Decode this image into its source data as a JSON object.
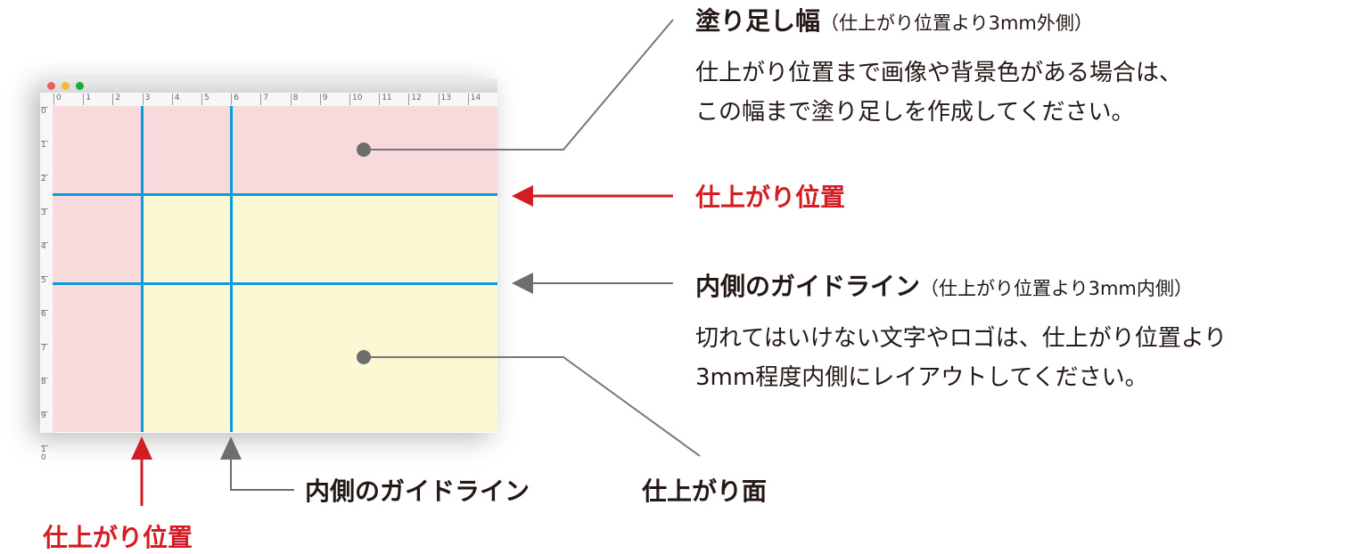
{
  "window": {
    "ruler_top": [
      "0",
      "1",
      "2",
      "3",
      "4",
      "5",
      "6",
      "7",
      "8",
      "9",
      "10",
      "11",
      "12",
      "13",
      "14"
    ],
    "ruler_left": [
      "0",
      "1",
      "2",
      "3",
      "4",
      "5",
      "6",
      "7",
      "8",
      "9",
      "10"
    ]
  },
  "bleed": {
    "title": "塗り足し幅",
    "note": "（仕上がり位置より3mm外側）",
    "desc1": "仕上がり位置まで画像や背景色がある場合は、",
    "desc2": "この幅まで塗り足しを作成してください。"
  },
  "trim_right": {
    "label": "仕上がり位置"
  },
  "inner": {
    "title": "内側のガイドライン",
    "note": "（仕上がり位置より3mm内側）",
    "desc1": "切れてはいけない文字やロゴは、仕上がり位置より",
    "desc2": "3mm程度内側にレイアウトしてください。"
  },
  "bottom": {
    "inner_label": "内側のガイドライン",
    "finish_label": "仕上がり面",
    "trim_label": "仕上がり位置"
  },
  "colors": {
    "red": "#d41c24",
    "blue": "#0a9ae0",
    "bleed": "#f8dadd",
    "finish": "#fdf8d4"
  }
}
